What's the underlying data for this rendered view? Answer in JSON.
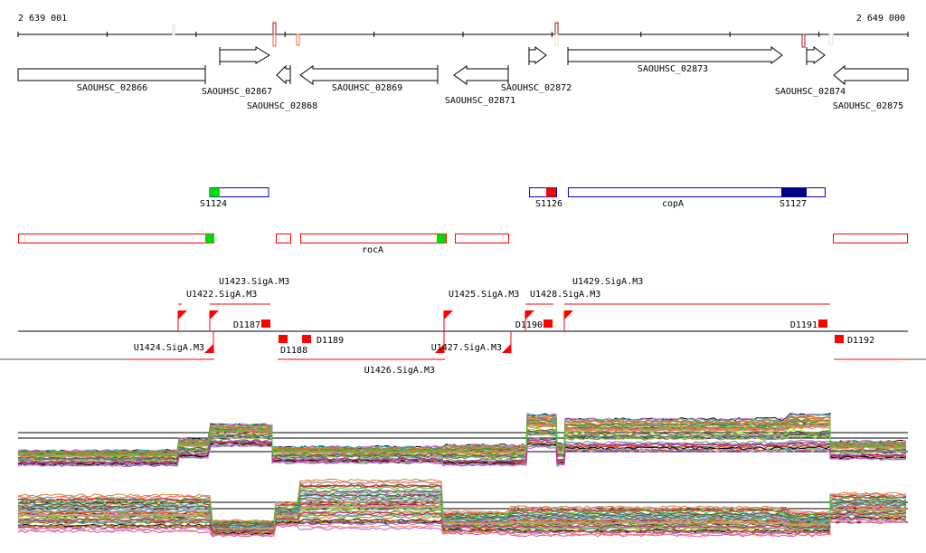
{
  "ruler": {
    "start_label": "2 639 001",
    "end_label": "2 649 000"
  },
  "genes": [
    {
      "name": "SAOUHSC_02866",
      "strand": "-"
    },
    {
      "name": "SAOUHSC_02867",
      "strand": "+"
    },
    {
      "name": "SAOUHSC_02868",
      "strand": "-"
    },
    {
      "name": "SAOUHSC_02869",
      "strand": "-"
    },
    {
      "name": "SAOUHSC_02871",
      "strand": "-"
    },
    {
      "name": "SAOUHSC_02872",
      "strand": "+"
    },
    {
      "name": "SAOUHSC_02873",
      "strand": "+"
    },
    {
      "name": "SAOUHSC_02874",
      "strand": "+"
    },
    {
      "name": "SAOUHSC_02875",
      "strand": "-"
    }
  ],
  "plus_features": [
    {
      "label": "S1124"
    },
    {
      "label": "S1126"
    },
    {
      "label": "copA"
    },
    {
      "label": "S1127"
    }
  ],
  "minus_features": [
    {
      "label": "rocA"
    }
  ],
  "tss_plus": [
    "U1422.SigA.M3",
    "U1423.SigA.M3",
    "D1187",
    "U1425.SigA.M3",
    "U1428.SigA.M3",
    "D1190",
    "U1429.SigA.M3",
    "D1191"
  ],
  "tss_minus": [
    "U1424.SigA.M3",
    "D1188",
    "D1189",
    "U1426.SigA.M3",
    "U1427.SigA.M3",
    "D1192"
  ],
  "colors": {
    "plus": "#0000cc",
    "minus": "#ff0000",
    "green": "#00dd00",
    "navy": "#000088"
  }
}
